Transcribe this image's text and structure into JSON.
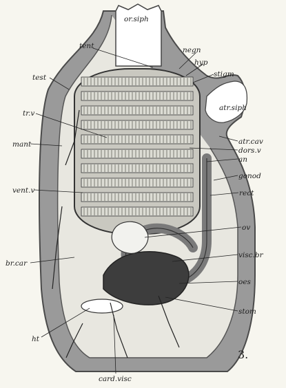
{
  "figure": {
    "number": "3.",
    "labels": {
      "or_siph": "or.siph",
      "tent": "tent",
      "negn": "negn",
      "hyp": "hyp",
      "stigm": "stigm",
      "test": "test",
      "atr_siph": "atr.siph",
      "tr_v": "tr.v",
      "atr_cav": "atr.cav",
      "mant": "mant",
      "dors_v": "dors.v",
      "an": "an",
      "gonod": "gonod",
      "vent_v": "vent.v",
      "rect": "rect",
      "ov": "ov",
      "br_car": "br.car",
      "visc_br": "visc.br",
      "oes": "oes",
      "stom": "stom",
      "ht": "ht",
      "card_visc": "card.visc"
    }
  }
}
